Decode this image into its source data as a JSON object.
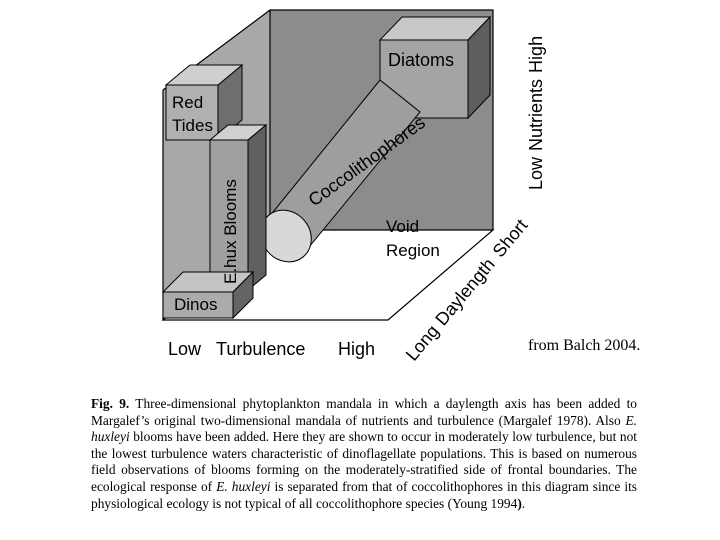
{
  "diagram": {
    "boxes": {
      "diatoms": "Diatoms",
      "red_tides_line1": "Red",
      "red_tides_line2": "Tides",
      "dinos": "Dinos",
      "ehux_blooms": "E.hux Blooms",
      "coccolithophores": "Coccolithophores",
      "void_line1": "Void",
      "void_line2": "Region"
    },
    "axes": {
      "turbulence_low": "Low",
      "turbulence_title": "Turbulence",
      "turbulence_high": "High",
      "nutrients_low": "Low",
      "nutrients_title": "Nutrients",
      "nutrients_high": "High",
      "daylength_long": "Long",
      "daylength_title": "Daylength",
      "daylength_short": "Short"
    },
    "attribution": "from Balch 2004."
  },
  "caption": {
    "fig_label": "Fig. 9.",
    "text_1": " Three-dimensional phytoplankton mandala in which a daylength axis has been added to Margalef’s original two-dimensional mandala of nutrients and turbulence (Margalef 1978). Also ",
    "italic_1": "E. huxleyi",
    "text_2": " blooms have been added. Here they are shown to occur in moderately low turbulence, but not the lowest turbulence waters characteristic of dinoflagellate populations. This is based on numerous field observations of blooms forming on the moderately-stratified side of frontal boundaries. The ecological response of ",
    "italic_2": "E. huxleyi",
    "text_3": " is separated from that of coccolithophores in this diagram since its physiological ecology is not typical of all coccolithophore species (Young 1994",
    "bold_paren": ")",
    "text_4": "."
  }
}
